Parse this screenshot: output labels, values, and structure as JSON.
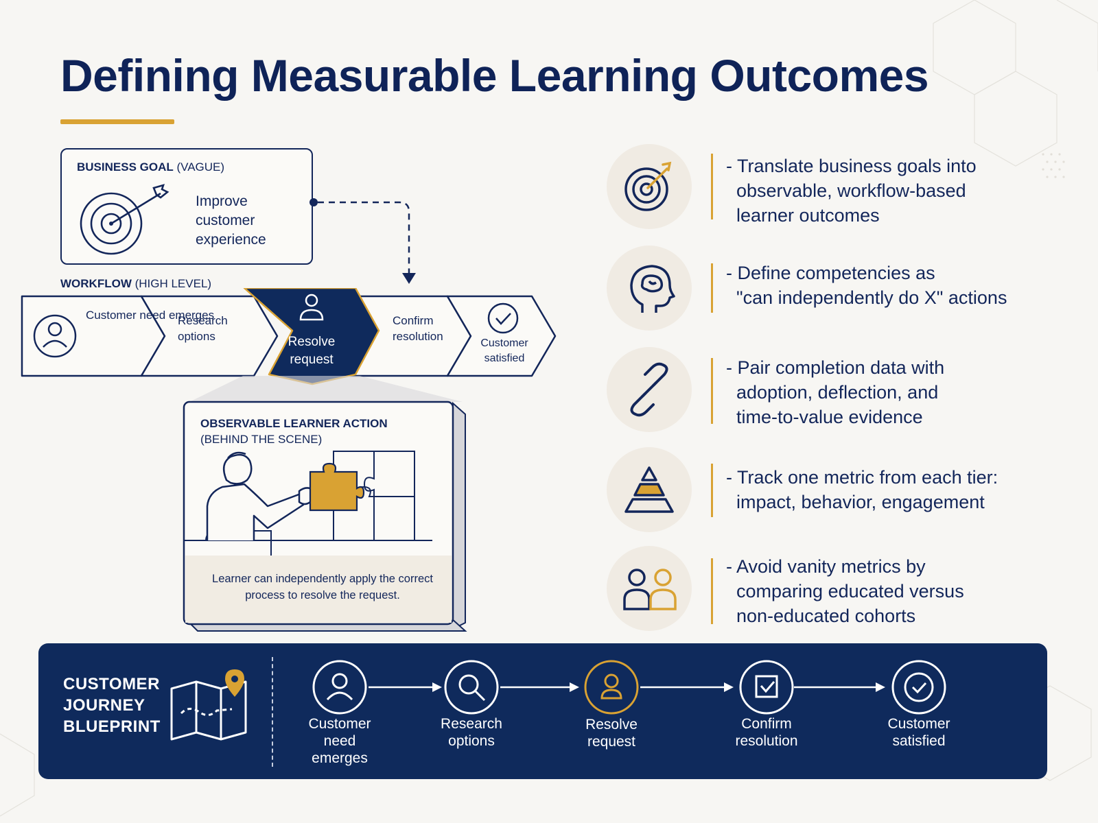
{
  "title": "Defining Measurable Learning Outcomes",
  "business_goal": {
    "caption_bold": "BUSINESS GOAL",
    "caption_rest": "(VAGUE)",
    "text": "Improve customer experience",
    "icon": "target-arrow-icon"
  },
  "workflow": {
    "caption_bold": "WORKFLOW",
    "caption_rest": "(HIGH LEVEL)",
    "steps": [
      {
        "label": "Customer need emerges",
        "icon": "person-icon"
      },
      {
        "label": "Research options"
      },
      {
        "label": "Resolve request",
        "icon": "person-icon",
        "highlighted": true
      },
      {
        "label": "Confirm resolution"
      },
      {
        "label": "Customer satisfied",
        "icon": "check-circle-icon"
      }
    ]
  },
  "learner_action": {
    "caption_line1": "OBSERVABLE LEARNER ACTION",
    "caption_line2": "(BEHIND THE SCENE)",
    "description": "Learner can independently apply the correct process to resolve the request.",
    "illustration": "person-placing-puzzle-piece"
  },
  "bullets": [
    {
      "icon": "target-arrow-icon",
      "text": "- Translate business goals into\n  observable, workflow-based\n  learner outcomes"
    },
    {
      "icon": "head-brain-icon",
      "text": "- Define competencies as\n  \"can independently do X\" actions"
    },
    {
      "icon": "chain-link-icon",
      "text": "- Pair completion data with\n  adoption, deflection, and\n  time-to-value evidence"
    },
    {
      "icon": "pyramid-icon",
      "text": "- Track one metric from each tier:\n  impact, behavior, engagement"
    },
    {
      "icon": "two-people-icon",
      "text": "- Avoid vanity metrics by\n  comparing educated versus\n  non-educated cohorts"
    }
  ],
  "journey": {
    "title": "CUSTOMER\nJOURNEY\nBLUEPRINT",
    "icon": "map-pin-icon",
    "steps": [
      {
        "label": "Customer\nneed\nemerges",
        "icon": "person-icon"
      },
      {
        "label": "Research\noptions",
        "icon": "search-icon"
      },
      {
        "label": "Resolve\nrequest",
        "icon": "person-icon",
        "highlighted": true
      },
      {
        "label": "Confirm\nresolution",
        "icon": "checkbox-icon"
      },
      {
        "label": "Customer\nsatisfied",
        "icon": "check-circle-icon"
      }
    ]
  },
  "colors": {
    "navy": "#0f2a5c",
    "gold": "#d9a233",
    "background": "#f7f6f3"
  }
}
